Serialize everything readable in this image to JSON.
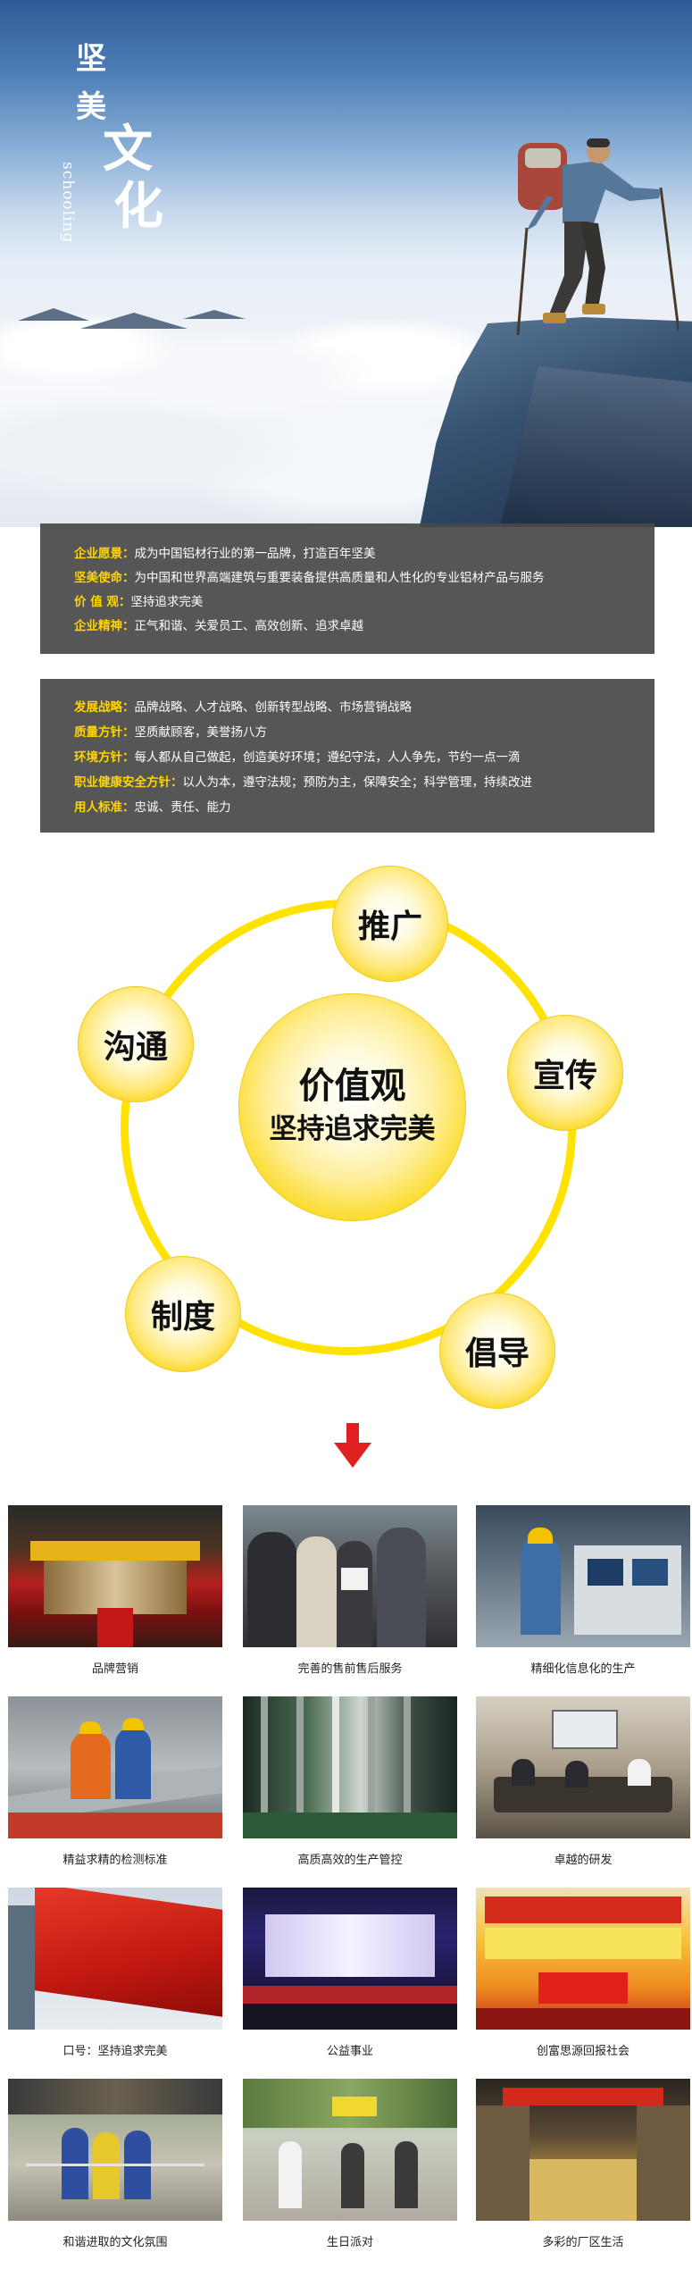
{
  "hero": {
    "chars": [
      "坚",
      "美",
      "文",
      "化"
    ],
    "subtitle": "schooling"
  },
  "philosophy": [
    {
      "key": "企业愿景：",
      "value": "成为中国铝材行业的第一品牌，打造百年坚美"
    },
    {
      "key": "坚美使命：",
      "value": "为中国和世界高端建筑与重要装备提供高质量和人性化的专业铝材产品与服务"
    },
    {
      "key": "价  值  观：",
      "value": "坚持追求完美"
    },
    {
      "key": "企业精神：",
      "value": "正气和谐、关爱员工、高效创新、追求卓越"
    }
  ],
  "strategy": [
    {
      "key": "发展战略：",
      "value": "品牌战略、人才战略、创新转型战略、市场营销战略"
    },
    {
      "key": "质量方针：",
      "value": "坚质献顾客，美誉扬八方"
    },
    {
      "key": "环境方针：",
      "value": "每人都从自己做起，创造美好环境；遵纪守法，人人争先，节约一点一滴"
    },
    {
      "key": "职业健康安全方针：",
      "value": "以人为本，遵守法规；预防为主，保障安全；科学管理，持续改进"
    },
    {
      "key": "用人标准：",
      "value": "忠诚、责任、能力"
    }
  ],
  "values_diagram": {
    "center_title": "价值观",
    "center_subtitle": "坚持追求完美",
    "nodes": [
      "推广",
      "宣传",
      "沟通",
      "制度",
      "倡导"
    ]
  },
  "gallery": [
    {
      "caption": "品牌营销"
    },
    {
      "caption": "完善的售前售后服务"
    },
    {
      "caption": "精细化信息化的生产"
    },
    {
      "caption": "精益求精的检测标准"
    },
    {
      "caption": "高质高效的生产管控"
    },
    {
      "caption": "卓越的研发"
    },
    {
      "caption": "口号：坚持追求完美"
    },
    {
      "caption": "公益事业"
    },
    {
      "caption": "创富思源回报社会"
    },
    {
      "caption": "和谐进取的文化氛围"
    },
    {
      "caption": "生日派对"
    },
    {
      "caption": "多彩的厂区生活"
    }
  ],
  "colors": {
    "key_label": "#ffd400",
    "panel_bg": "#484848",
    "ring": "#ffe200",
    "arrow": "#e02020"
  }
}
